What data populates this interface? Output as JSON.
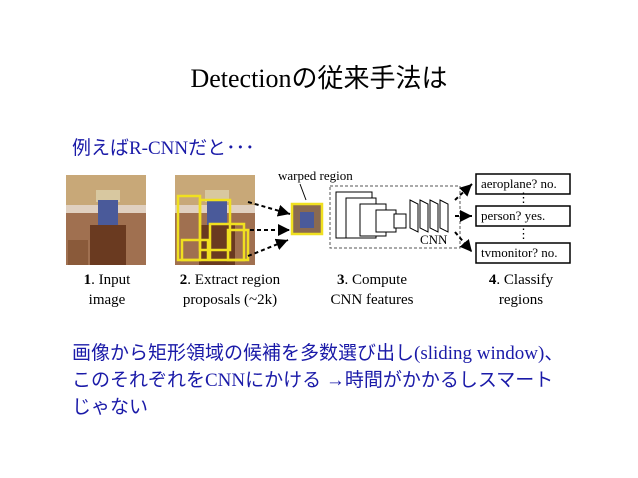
{
  "title": "Detectionの従来手法は",
  "subtitle": "例えばR-CNNだと･･･",
  "figure": {
    "warped_region_label": "warped region",
    "cnn_label": "CNN",
    "outputs": [
      "aeroplane? no.",
      "person? yes.",
      "tvmonitor? no."
    ],
    "ellipsis": "⋮",
    "steps": [
      {
        "num": "1",
        "text": ". Input",
        "text2": "image"
      },
      {
        "num": "2",
        "text": ". Extract region",
        "text2": "proposals (~2k)"
      },
      {
        "num": "3",
        "text": ". Compute",
        "text2": "CNN features"
      },
      {
        "num": "4",
        "text": ". Classify",
        "text2": "regions"
      }
    ]
  },
  "caption": "画像から矩形領域の候補を多数選び出し(sliding window)、このそれぞれをCNNにかける →時間がかかるしスマートじゃない"
}
